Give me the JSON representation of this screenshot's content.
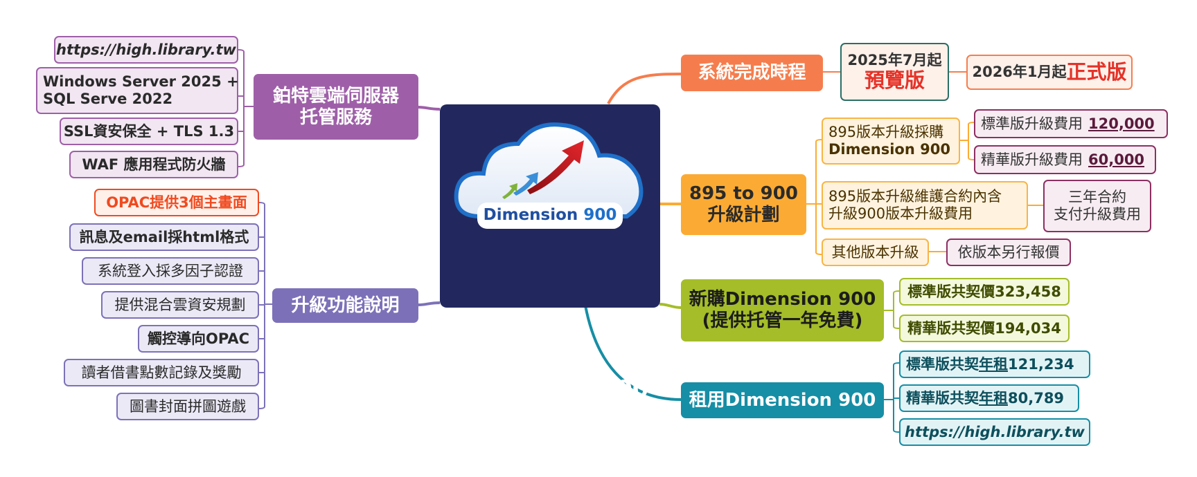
{
  "center": {
    "logo_text": "Dimension",
    "logo_number": "900",
    "title_line1": "系統升級",
    "title_line2": "Dimension 900"
  },
  "left": {
    "hosting": {
      "label_line1": "鉑特雲端伺服器",
      "label_line2": "托管服務",
      "items": [
        "https://high.library.tw",
        "Windows Server 2025 +",
        "SQL Serve 2022",
        "SSL資安保全 + TLS 1.3",
        "WAF 應用程式防火牆"
      ]
    },
    "features": {
      "label": "升級功能說明",
      "items": [
        "OPAC提供3個主畫面",
        "訊息及email採html格式",
        "系統登入採多因子認證",
        "提供混合雲資安規劃",
        "觸控導向OPAC",
        "讀者借書點數記錄及獎勵",
        "圖書封面拼圖遊戲"
      ]
    }
  },
  "right": {
    "schedule": {
      "label": "系統完成時程",
      "preview_date": "2025年7月起",
      "preview_label": "預覽版",
      "release_date": "2026年1月起",
      "release_label": "正式版"
    },
    "upgrade_plan": {
      "label_line1": "895 to 900",
      "label_line2": "升級計劃",
      "purchase_line1": "895版本升級採購",
      "purchase_line2": "Dimension 900",
      "std_fee_label": "標準版升級費用",
      "std_fee_value": "120,000",
      "pro_fee_label": "精華版升級費用",
      "pro_fee_value": "60,000",
      "maint_line1": "895版本升級維護合約內含",
      "maint_line2": "升級900版本升級費用",
      "contract_line1": "三年合約",
      "contract_line2": "支付升級費用",
      "other_label": "其他版本升級",
      "other_quote": "依版本另行報價"
    },
    "new_purchase": {
      "label_line1": "新購Dimension 900",
      "label_line2": "(提供托管一年免費)",
      "std_price": "標準版共契價323,458",
      "pro_price": "精華版共契價194,034"
    },
    "rental": {
      "label": "租用Dimension 900",
      "std_prefix": "標準版共契",
      "std_word": "年租",
      "std_value": "121,234",
      "pro_prefix": "精華版共契",
      "pro_word": "年租",
      "pro_value": "80,789",
      "url": "https://high.library.tw"
    }
  },
  "colors": {
    "center": "#22285e",
    "schedule": "#f57d4d",
    "upgrade": "#fbab33",
    "new_purchase": "#a4bd29",
    "rental": "#168ea5",
    "hosting": "#9e5fa8",
    "features": "#7c71b8",
    "highlight_red": "#e53228"
  }
}
